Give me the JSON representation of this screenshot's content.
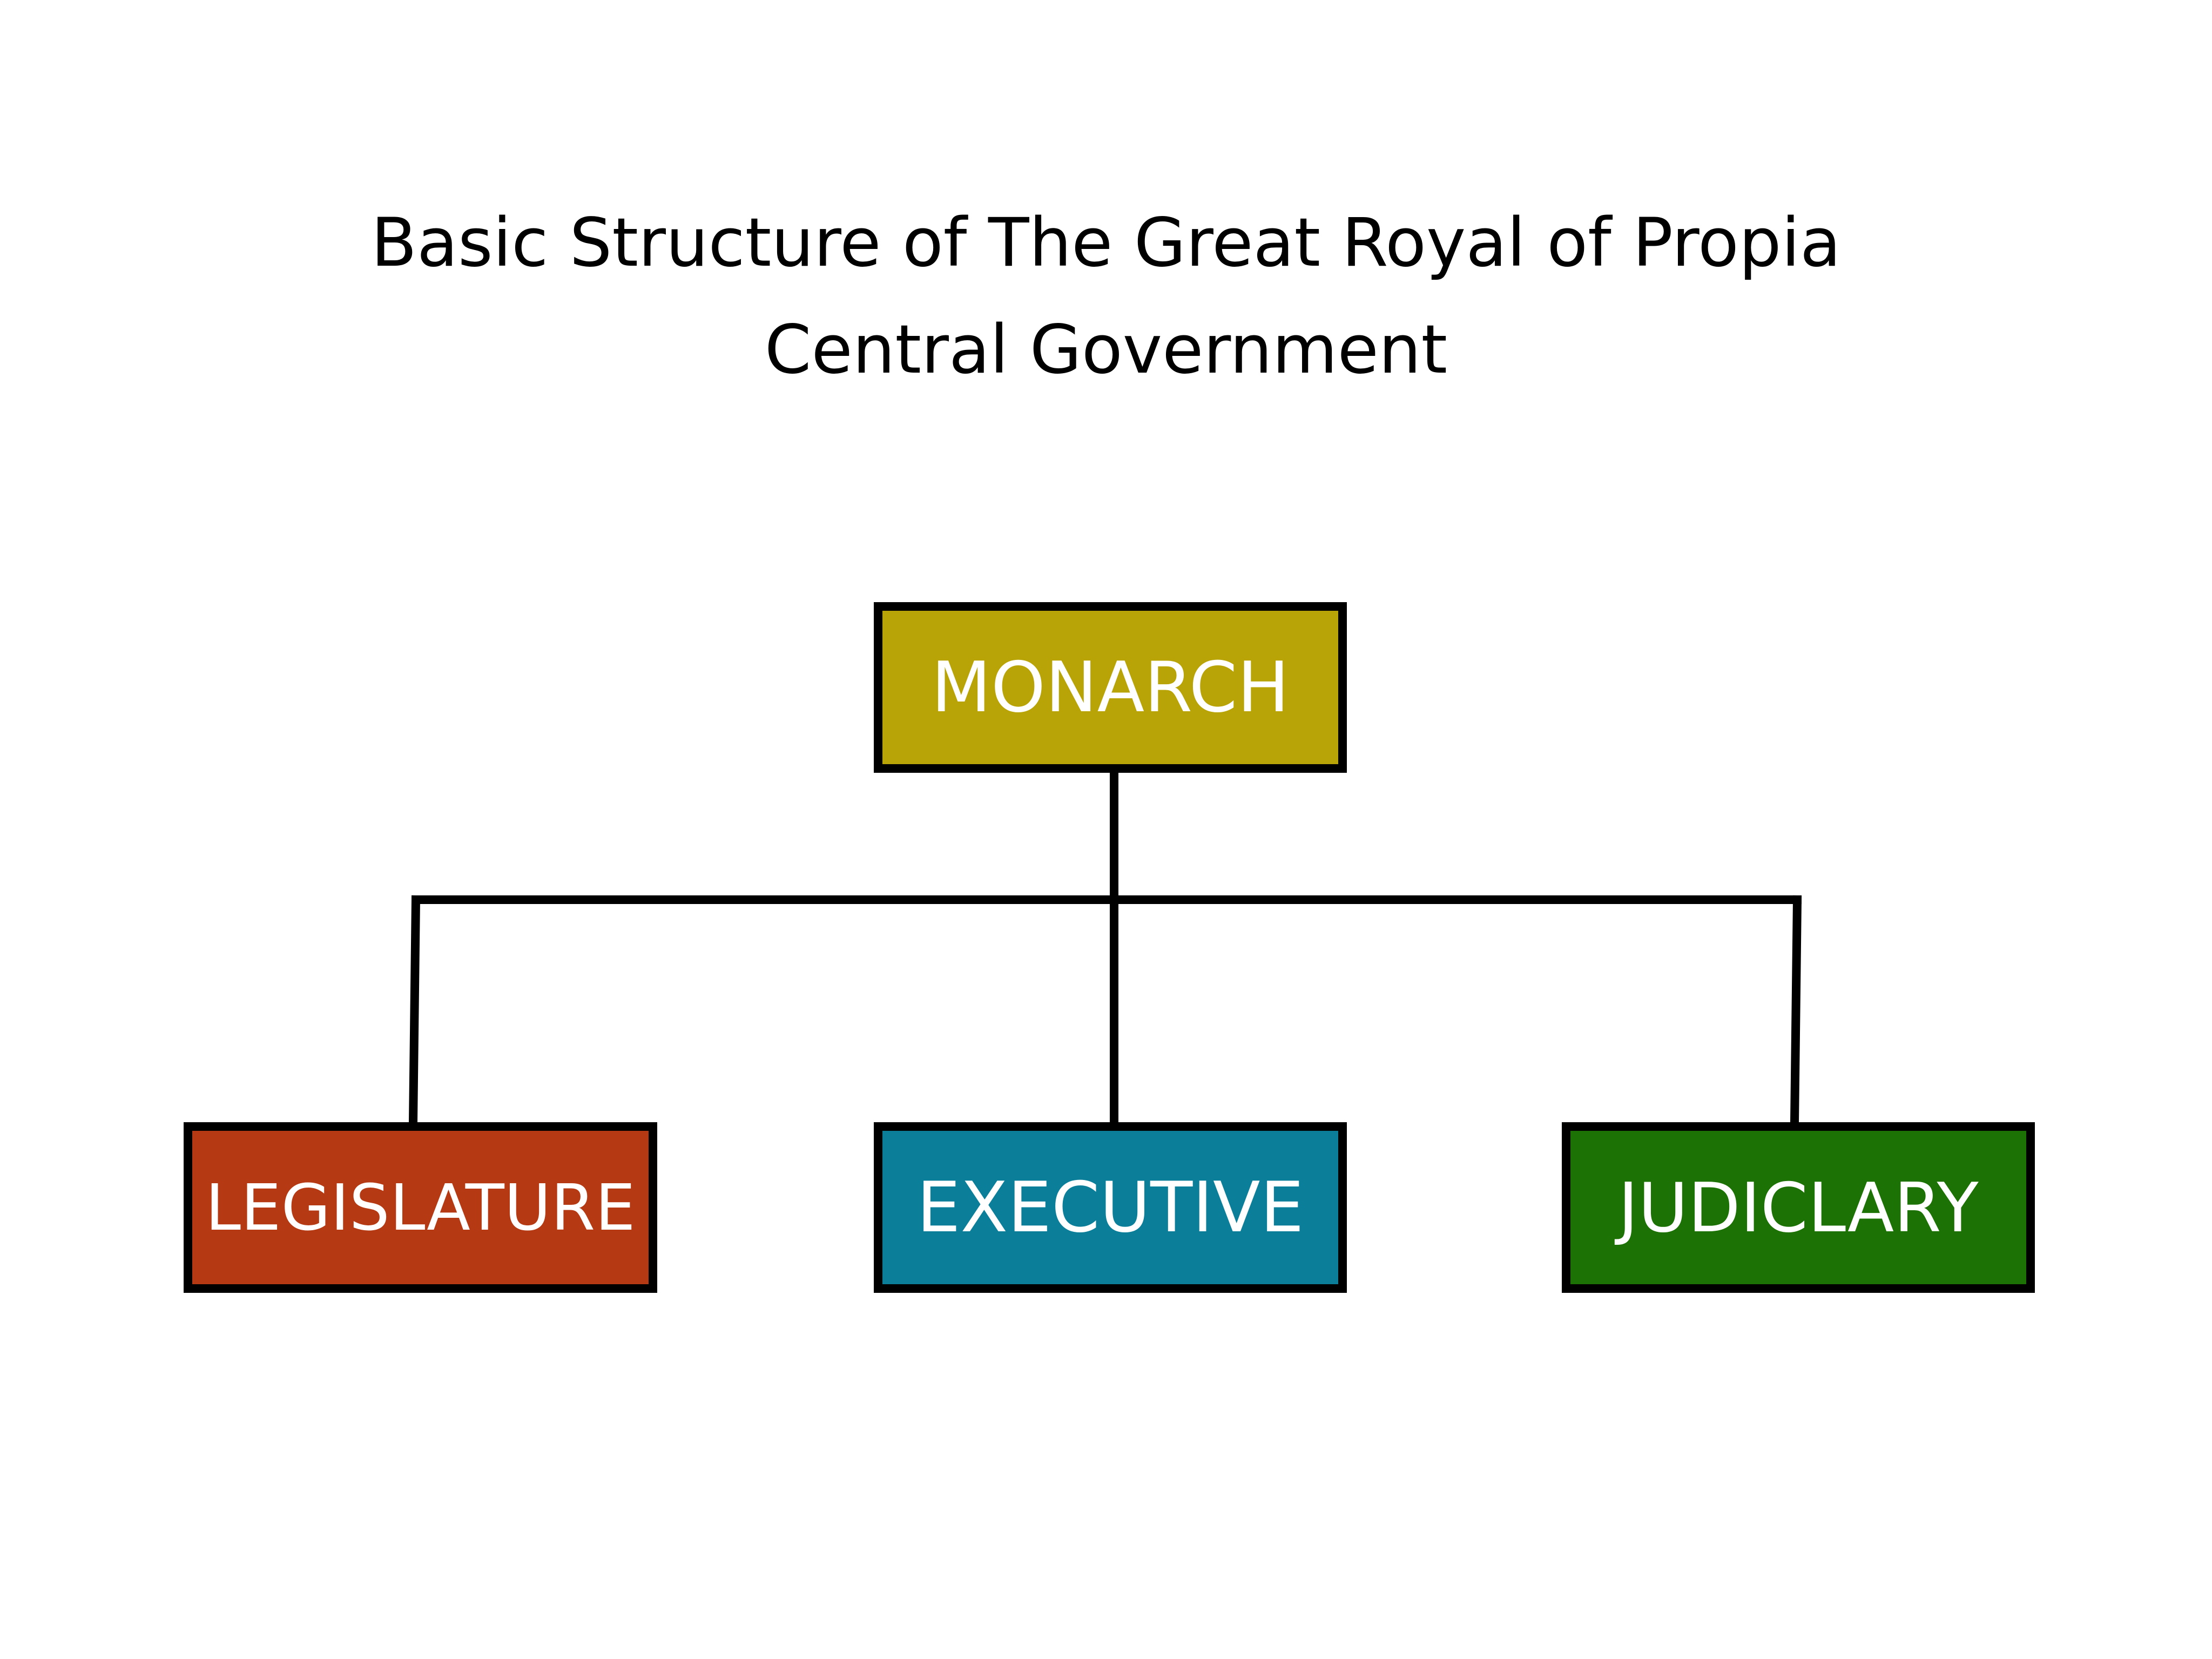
{
  "title": {
    "line1": "Basic Structure of The Great Royal of Propia",
    "line2": "Central Government"
  },
  "nodes": {
    "monarch": {
      "label": "MONARCH",
      "color": "#B8A406"
    },
    "legislature": {
      "label": "LEGISLATURE",
      "color": "#B53A14"
    },
    "executive": {
      "label": "EXECUTIVE",
      "color": "#0B7E99"
    },
    "judiciary": {
      "label": "JUDICLARY",
      "color": "#1D7205"
    }
  },
  "edges": [
    {
      "from": "monarch",
      "to": "legislature"
    },
    {
      "from": "monarch",
      "to": "executive"
    },
    {
      "from": "monarch",
      "to": "judiciary"
    }
  ]
}
